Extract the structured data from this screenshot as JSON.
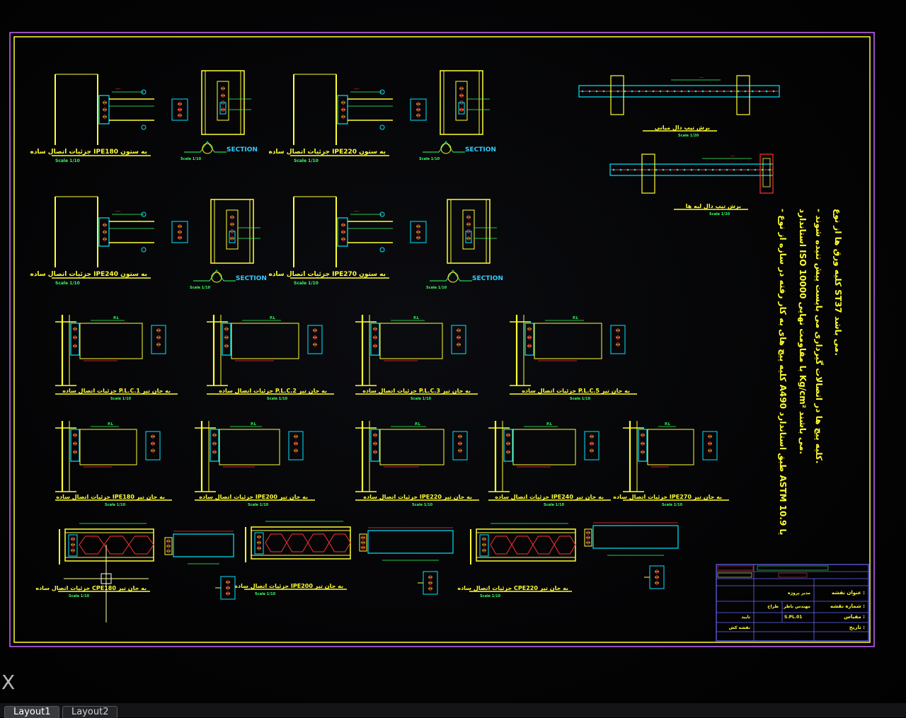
{
  "colors": {
    "background": "#020203",
    "frame": "#ffff33",
    "limits": "#cc66ff",
    "member": "#ffff33",
    "dim": "#33ff66",
    "plate": "#00e5ff",
    "bolt": "#ff3030",
    "label": "#ffff33",
    "note": "#ffff33",
    "section": "#33ccff",
    "titleblock": "#6666ff"
  },
  "details": {
    "row1": [
      {
        "label": "جزئیات اتصال ساده IPE180 به ستون",
        "scale": "Scale 1/10"
      },
      {
        "label": "SECTION",
        "sub": "Scale 1/10"
      },
      {
        "label": "جزئیات اتصال ساده IPE220 به ستون",
        "scale": "Scale 1/10"
      },
      {
        "label": "SECTION",
        "sub": "Scale 1/10"
      }
    ],
    "row2": [
      {
        "label": "جزئیات اتصال ساده IPE240 به ستون",
        "scale": "Scale 1/10"
      },
      {
        "label": "SECTION",
        "sub": "Scale 1/10"
      },
      {
        "label": "جزئیات اتصال ساده IPE270 به ستون",
        "scale": "Scale 1/10"
      },
      {
        "label": "SECTION",
        "sub": "Scale 1/10"
      }
    ],
    "row3": [
      {
        "label": "جزئیات اتصال ساده P.L.C.1 به جان تیر",
        "scale": "Scale 1/10"
      },
      {
        "label": "جزئیات اتصال ساده P.L.C.2 به جان تیر",
        "scale": "Scale 1/10"
      },
      {
        "label": "جزئیات اتصال ساده P.L.C.3 به جان تیر",
        "scale": "Scale 1/10"
      },
      {
        "label": "جزئیات اتصال ساده P.L.C.5 به جان تیر",
        "scale": "Scale 1/10"
      }
    ],
    "row4": [
      {
        "label": "جزئیات اتصال ساده IPE180 به جان تیر",
        "scale": "Scale 1/10"
      },
      {
        "label": "جزئیات اتصال ساده IPE200 به جان تیر",
        "scale": "Scale 1/10"
      },
      {
        "label": "جزئیات اتصال ساده IPE220 به جان تیر",
        "scale": "Scale 1/10"
      },
      {
        "label": "جزئیات اتصال ساده IPE240 به جان تیر",
        "scale": "Scale 1/10"
      },
      {
        "label": "جزئیات اتصال ساده IPE270 به جان تیر",
        "scale": "Scale 1/10"
      }
    ],
    "row5": [
      {
        "label": "جزئیات اتصال ساده CPE180 به جان تیر",
        "scale": "Scale 1/10"
      },
      {
        "label": "جزئیات اتصال ساده IPE200 به جان تیر",
        "scale": "Scale 1/10"
      },
      {
        "label": "جزئیات اتصال ساده CPE220 به جان تیر",
        "scale": "Scale 1/10"
      }
    ]
  },
  "beams": [
    {
      "label": "برش تیپ دال میانی",
      "scale": "Scale 1/20"
    },
    {
      "label": "برش تیپ دال لبه ها",
      "scale": "Scale 1/20"
    }
  ],
  "notes": {
    "line1": "- کلیه پیچ های به کار رفته در سازه از نوع A490 طبق استاندارد ASTM یا 10.9",
    "line2": "استاندارد ISO با مقاومت نهایی 10000 Kg/cm² می باشند.",
    "line3": "- کلیه پیچ ها در اتصالات گیرداری می بایست پیش تنیده شوند.",
    "line4": "کلیه ورق ها از نوع ST37 می باشد."
  },
  "titleblock": {
    "rows": [
      "عنوان نقشه :",
      "شماره نقشه :",
      "مقیاس :",
      "تاریخ :"
    ],
    "cells": [
      "مدیر پروژه",
      "طراح",
      "مهندس ناظر",
      "S.PL.01",
      "تایید",
      "نقشه کش"
    ]
  },
  "tabs": [
    "Layout1",
    "Layout2"
  ],
  "cursor": "X"
}
